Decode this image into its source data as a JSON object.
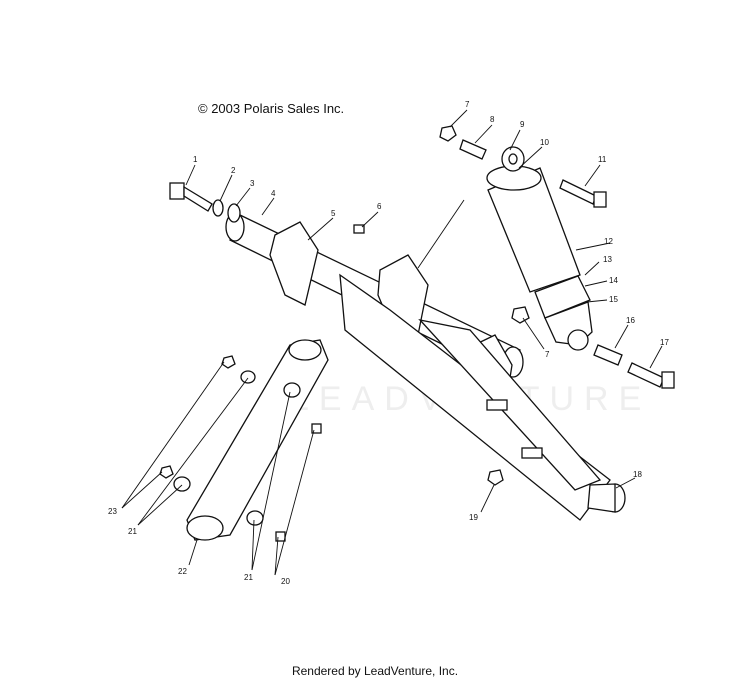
{
  "copyright": "© 2003 Polaris Sales Inc.",
  "footer": "Rendered by LeadVenture, Inc.",
  "watermark": "LEADVENTURE",
  "callouts": [
    "1",
    "2",
    "3",
    "4",
    "5",
    "6",
    "7",
    "8",
    "9",
    "10",
    "11",
    "12",
    "13",
    "14",
    "15",
    "7",
    "16",
    "17",
    "18",
    "19",
    "23",
    "21",
    "22",
    "21",
    "20"
  ]
}
